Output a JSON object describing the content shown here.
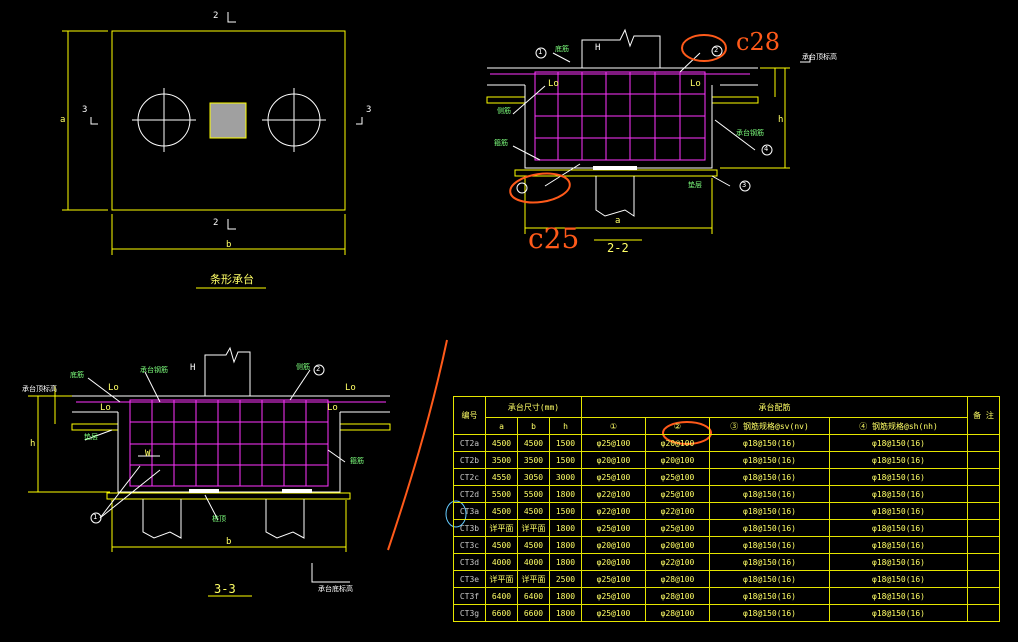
{
  "labels": {
    "plan_title": "条形承台",
    "section_22": "2-2",
    "section_33": "3-3",
    "mark_2": "2",
    "mark_3": "3",
    "dim_a": "a",
    "dim_b": "b",
    "dim_h": "h",
    "lo": "Lo",
    "dim_w": "W",
    "h_mark": "H",
    "note_pile_cover": "桩顶",
    "note_bottom_rebar": "底筋",
    "note_side_rebar": "侧筋",
    "note_stirrup": "箍筋",
    "note_cushion": "垫层",
    "note_cap_rebar": "承台钢筋",
    "note_elev": "承台顶标高",
    "note_bottom_elev": "承台底标高"
  },
  "annotations": {
    "handwritten_1": "c28",
    "handwritten_2": "c25"
  },
  "schedule": {
    "title": "承台配筋表",
    "headers": {
      "id": "编号",
      "dims": "承台尺寸(mm)",
      "rebar": "承台配筋",
      "a": "a",
      "b": "b",
      "h": "h",
      "c1": "①",
      "c2": "②",
      "c3": "③ 钢筋规格@sv(nv)",
      "c4": "④ 钢筋规格@sh(nh)",
      "remark": "备 注"
    },
    "rows": [
      {
        "id": "CT2a",
        "a": "4500",
        "b": "4500",
        "h": "1500",
        "r1": "φ25@100",
        "r2": "φ20@100",
        "r3": "φ18@150(16)",
        "r4": "φ18@150(16)"
      },
      {
        "id": "CT2b",
        "a": "3500",
        "b": "3500",
        "h": "1500",
        "r1": "φ20@100",
        "r2": "φ20@100",
        "r3": "φ18@150(16)",
        "r4": "φ18@150(16)"
      },
      {
        "id": "CT2c",
        "a": "4550",
        "b": "3050",
        "h": "3000",
        "r1": "φ25@100",
        "r2": "φ25@100",
        "r3": "φ18@150(16)",
        "r4": "φ18@150(16)"
      },
      {
        "id": "CT2d",
        "a": "5500",
        "b": "5500",
        "h": "1800",
        "r1": "φ22@100",
        "r2": "φ25@100",
        "r3": "φ18@150(16)",
        "r4": "φ18@150(16)"
      },
      {
        "id": "CT3a",
        "a": "4500",
        "b": "4500",
        "h": "1500",
        "r1": "φ22@100",
        "r2": "φ22@100",
        "r3": "φ18@150(16)",
        "r4": "φ18@150(16)"
      },
      {
        "id": "CT3b",
        "a": "详平面",
        "b": "详平面",
        "h": "1800",
        "r1": "φ25@100",
        "r2": "φ25@100",
        "r3": "φ18@150(16)",
        "r4": "φ18@150(16)"
      },
      {
        "id": "CT3c",
        "a": "4500",
        "b": "4500",
        "h": "1800",
        "r1": "φ20@100",
        "r2": "φ20@100",
        "r3": "φ18@150(16)",
        "r4": "φ18@150(16)"
      },
      {
        "id": "CT3d",
        "a": "4000",
        "b": "4000",
        "h": "1800",
        "r1": "φ20@100",
        "r2": "φ22@100",
        "r3": "φ18@150(16)",
        "r4": "φ18@150(16)"
      },
      {
        "id": "CT3e",
        "a": "详平面",
        "b": "详平面",
        "h": "2500",
        "r1": "φ25@100",
        "r2": "φ28@100",
        "r3": "φ18@150(16)",
        "r4": "φ18@150(16)"
      },
      {
        "id": "CT3f",
        "a": "6400",
        "b": "6400",
        "h": "1800",
        "r1": "φ25@100",
        "r2": "φ28@100",
        "r3": "φ18@150(16)",
        "r4": "φ18@150(16)"
      },
      {
        "id": "CT3g",
        "a": "6600",
        "b": "6600",
        "h": "1800",
        "r1": "φ25@100",
        "r2": "φ28@100",
        "r3": "φ18@150(16)",
        "r4": "φ18@150(16)"
      }
    ]
  },
  "colors": {
    "background": "#000000",
    "yellow": "#ffff00",
    "magenta": "#ff33ff",
    "green": "#33ff33",
    "white": "#ffffff",
    "orange": "#ff5a1a",
    "cyan": "#66ccff",
    "gray_fill": "#a0a0a0"
  }
}
